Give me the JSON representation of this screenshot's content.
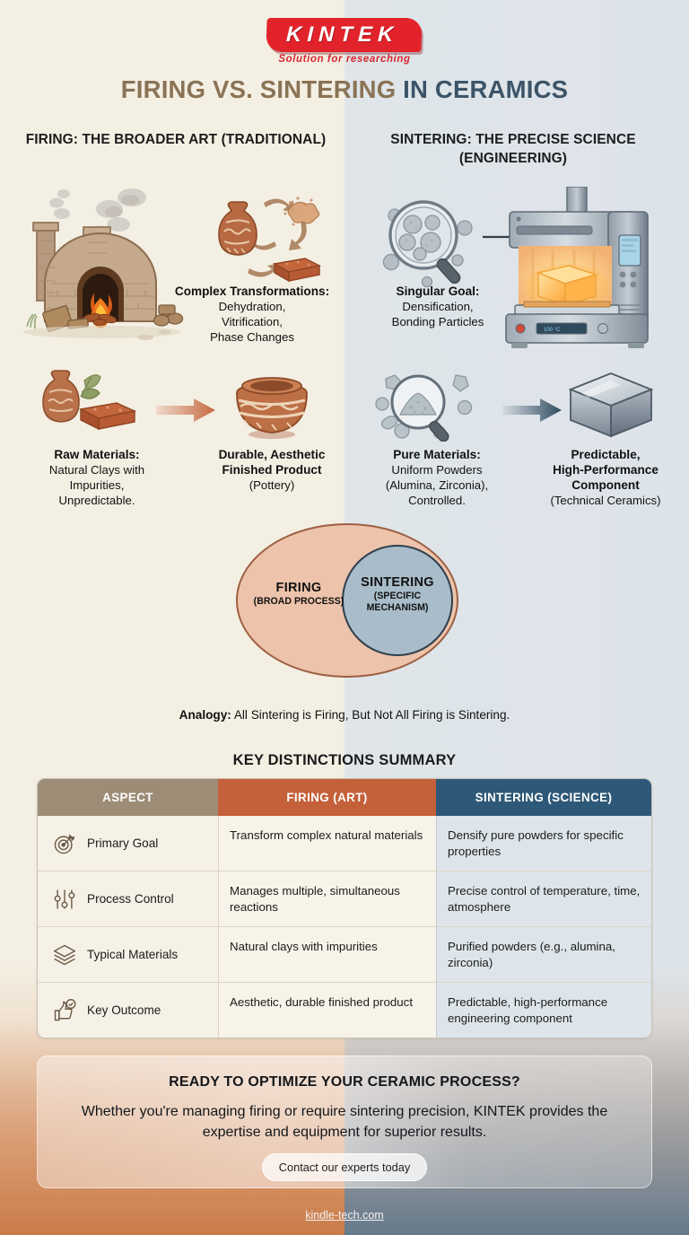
{
  "brand": {
    "logo_text": "KINTEK",
    "tagline": "Solution for researching"
  },
  "title": {
    "part1": "FIRING VS. SINTERING ",
    "part2": "IN CERAMICS",
    "color_part1": "#8a7355",
    "color_part2": "#3c5468"
  },
  "columns": {
    "left_heading": "FIRING: THE BROADER ART (TRADITIONAL)",
    "right_heading": "SINTERING: THE PRECISE SCIENCE (ENGINEERING)"
  },
  "left_panel": {
    "top_block": {
      "title": "Complex Transformations:",
      "line1": "Dehydration,",
      "line2": "Vitrification,",
      "line3": "Phase Changes"
    },
    "input_block": {
      "title": "Raw Materials:",
      "line1": "Natural Clays with",
      "line2": "Impurities,",
      "line3": "Unpredictable."
    },
    "output_block": {
      "title_line1": "Durable, Aesthetic",
      "title_line2": "Finished Product",
      "sub": "(Pottery)"
    }
  },
  "right_panel": {
    "top_block": {
      "title": "Singular Goal:",
      "line1": "Densification,",
      "line2": "Bonding Particles"
    },
    "input_block": {
      "title": "Pure Materials:",
      "line1": "Uniform Powders",
      "line2": "(Alumina, Zirconia),",
      "line3": "Controlled."
    },
    "output_block": {
      "title_line1": "Predictable,",
      "title_line2": "High-Performance",
      "title_line3": "Component",
      "sub": "(Technical Ceramics)"
    }
  },
  "venn": {
    "outer_label": "FIRING",
    "outer_sub": "(BROAD PROCESS)",
    "inner_label": "SINTERING",
    "inner_sub_line1": "(SPECIFIC",
    "inner_sub_line2": "MECHANISM)",
    "outer_fill": "#edc3ab",
    "outer_stroke": "#9d5f42",
    "inner_fill": "#a8bcca",
    "inner_stroke": "#2e3f4d"
  },
  "analogy": {
    "label": "Analogy:",
    "text": " All Sintering is Firing, But Not All Firing is Sintering."
  },
  "table": {
    "title": "KEY DISTINCTIONS SUMMARY",
    "headers": [
      "ASPECT",
      "FIRING (ART)",
      "SINTERING (SCIENCE)"
    ],
    "header_colors": [
      "#9d8d77",
      "#c4603a",
      "#2e5877"
    ],
    "rows": [
      {
        "icon": "target-icon",
        "aspect": "Primary Goal",
        "firing": "Transform complex natural materials",
        "sintering": "Densify pure powders for specific properties"
      },
      {
        "icon": "sliders-icon",
        "aspect": "Process Control",
        "firing": "Manages multiple, simultaneous reactions",
        "sintering": "Precise control of temperature, time, atmosphere"
      },
      {
        "icon": "layers-icon",
        "aspect": "Typical Materials",
        "firing": "Natural clays with impurities",
        "sintering": "Purified powders (e.g., alumina, zirconia)"
      },
      {
        "icon": "thumbs-up-check-icon",
        "aspect": "Key Outcome",
        "firing": "Aesthetic, durable finished product",
        "sintering": "Predictable, high-performance engineering component"
      }
    ]
  },
  "cta": {
    "title": "READY TO OPTIMIZE YOUR CERAMIC PROCESS?",
    "body": "Whether you're managing firing or require sintering precision, KINTEK provides the expertise and equipment for superior results.",
    "button": "Contact our experts today"
  },
  "footer": {
    "url": "kindle-tech.com"
  }
}
